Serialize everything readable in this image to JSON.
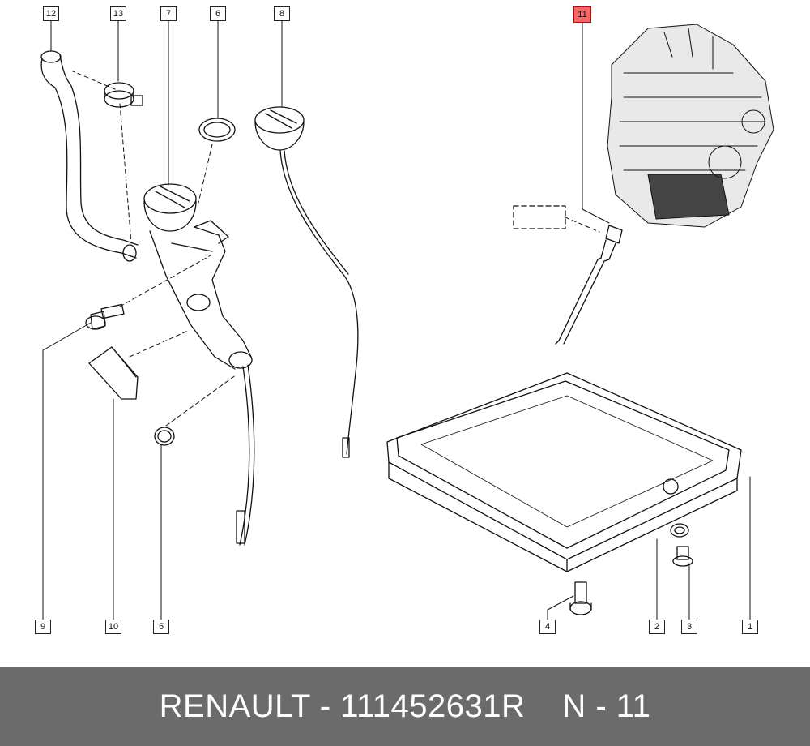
{
  "callouts": [
    {
      "id": "c12",
      "label": "12"
    },
    {
      "id": "c13",
      "label": "13"
    },
    {
      "id": "c7",
      "label": "7"
    },
    {
      "id": "c6",
      "label": "6"
    },
    {
      "id": "c8",
      "label": "8"
    },
    {
      "id": "c11",
      "label": "11",
      "highlight": true
    },
    {
      "id": "c9",
      "label": "9"
    },
    {
      "id": "c10",
      "label": "10"
    },
    {
      "id": "c5",
      "label": "5"
    },
    {
      "id": "c4",
      "label": "4"
    },
    {
      "id": "c2",
      "label": "2"
    },
    {
      "id": "c3",
      "label": "3"
    },
    {
      "id": "c1",
      "label": "1"
    }
  ],
  "footer": {
    "part": "RENAULT - 111452631R",
    "ref": "N - 11"
  },
  "colors": {
    "highlight": "#f06a6a",
    "footer_bg": "#6b6b6b",
    "line": "#111111"
  }
}
